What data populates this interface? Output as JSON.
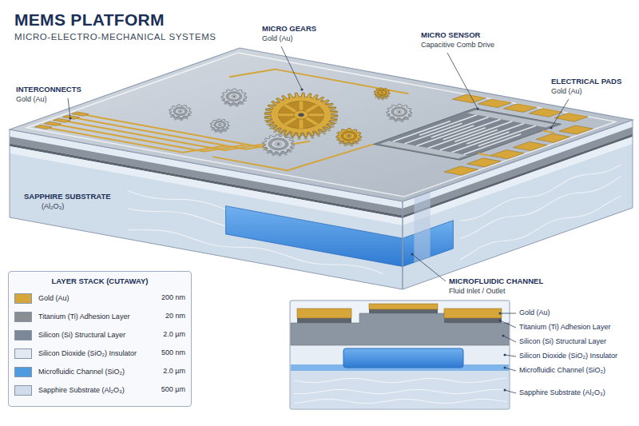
{
  "diagram": {
    "title": "MEMS PLATFORM",
    "nodes": [
      {
        "text": [
          "LAYER STACK (CUTAWAY)"
        ]
      }
    ],
    "labels": [
      "MICRO-ELECTRO-MECHANICAL SYSTEMS",
      "MICRO GEARS",
      "Gold (Au)",
      "MICRO SENSOR",
      "Capacitive Comb Drive",
      "INTERCONNECTS",
      "Gold (Au)",
      "ELECTRICAL PADS",
      "Gold (Au)",
      "SAPPHIRE SUBSTRATE",
      "(Al₂O₃)",
      "MICROFLUIDIC CHANNEL",
      "Fluid Inlet / Outlet",
      "200 nm",
      "20 nm",
      "2.0 µm",
      "500 nm",
      "2.0 µm",
      "500 µm",
      "Gold (Au)",
      "Titanium (Ti) Adhesion Layer",
      "Silicon (Si) Structural Layer",
      "Silicon Dioxide (SiO₂) Insulator",
      "Microfluidic Channel (SiO₂)",
      "Sapphire Substrate (Al₂O₃)"
    ],
    "legend": [
      {
        "text": "Gold (Au)",
        "color": "#d6a63b"
      },
      {
        "text": "Titanium (Ti) Adhesion Layer",
        "color": "#8a8d92"
      },
      {
        "text": "Silicon (Si) Structural Layer",
        "color": "#7c8797"
      },
      {
        "text": "Silicon Dioxide (SiO₂) Insulator",
        "color": "#e2e9f2"
      },
      {
        "text": "Microfluidic Channel (SiO₂)",
        "color": "#4f9be0"
      },
      {
        "text": "Sapphire Substrate (Al₂O₃)",
        "color": "#d0dcea"
      }
    ]
  }
}
